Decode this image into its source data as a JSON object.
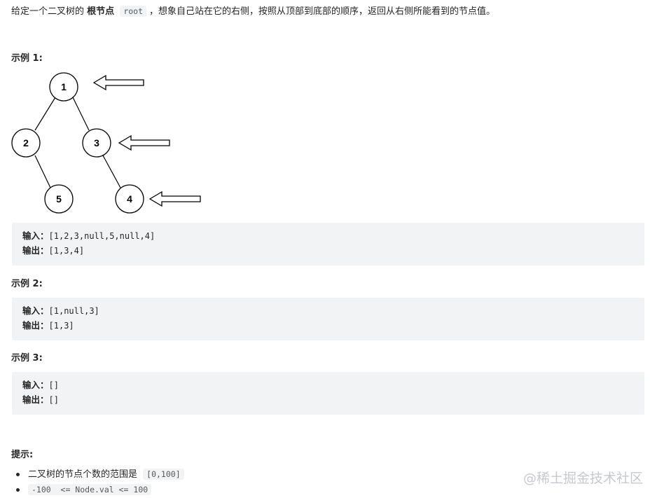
{
  "intro": {
    "part1": "给定一个二叉树的",
    "bold": "根节点",
    "code": "root",
    "part2": "，想象自己站在它的右侧，按照从顶部到底部的顺序，返回从右侧所能看到的节点值。"
  },
  "examples": [
    {
      "heading": "示例 1:",
      "input_label": "输入：",
      "input_value": "[1,2,3,null,5,null,4]",
      "output_label": "输出：",
      "output_value": "[1,3,4]"
    },
    {
      "heading": "示例 2:",
      "input_label": "输入：",
      "input_value": "[1,null,3]",
      "output_label": "输出：",
      "output_value": "[1,3]"
    },
    {
      "heading": "示例 3:",
      "input_label": "输入：",
      "input_value": "[]",
      "output_label": "输出：",
      "output_value": "[]"
    }
  ],
  "diagram": {
    "nodes": [
      "1",
      "2",
      "3",
      "5",
      "4"
    ]
  },
  "tips": {
    "heading": "提示:",
    "item1_text": "二叉树的节点个数的范围是",
    "item1_code": "[0,100]",
    "item2_code": "-100  <= Node.val <= 100"
  },
  "watermark": "@稀土掘金技术社区"
}
